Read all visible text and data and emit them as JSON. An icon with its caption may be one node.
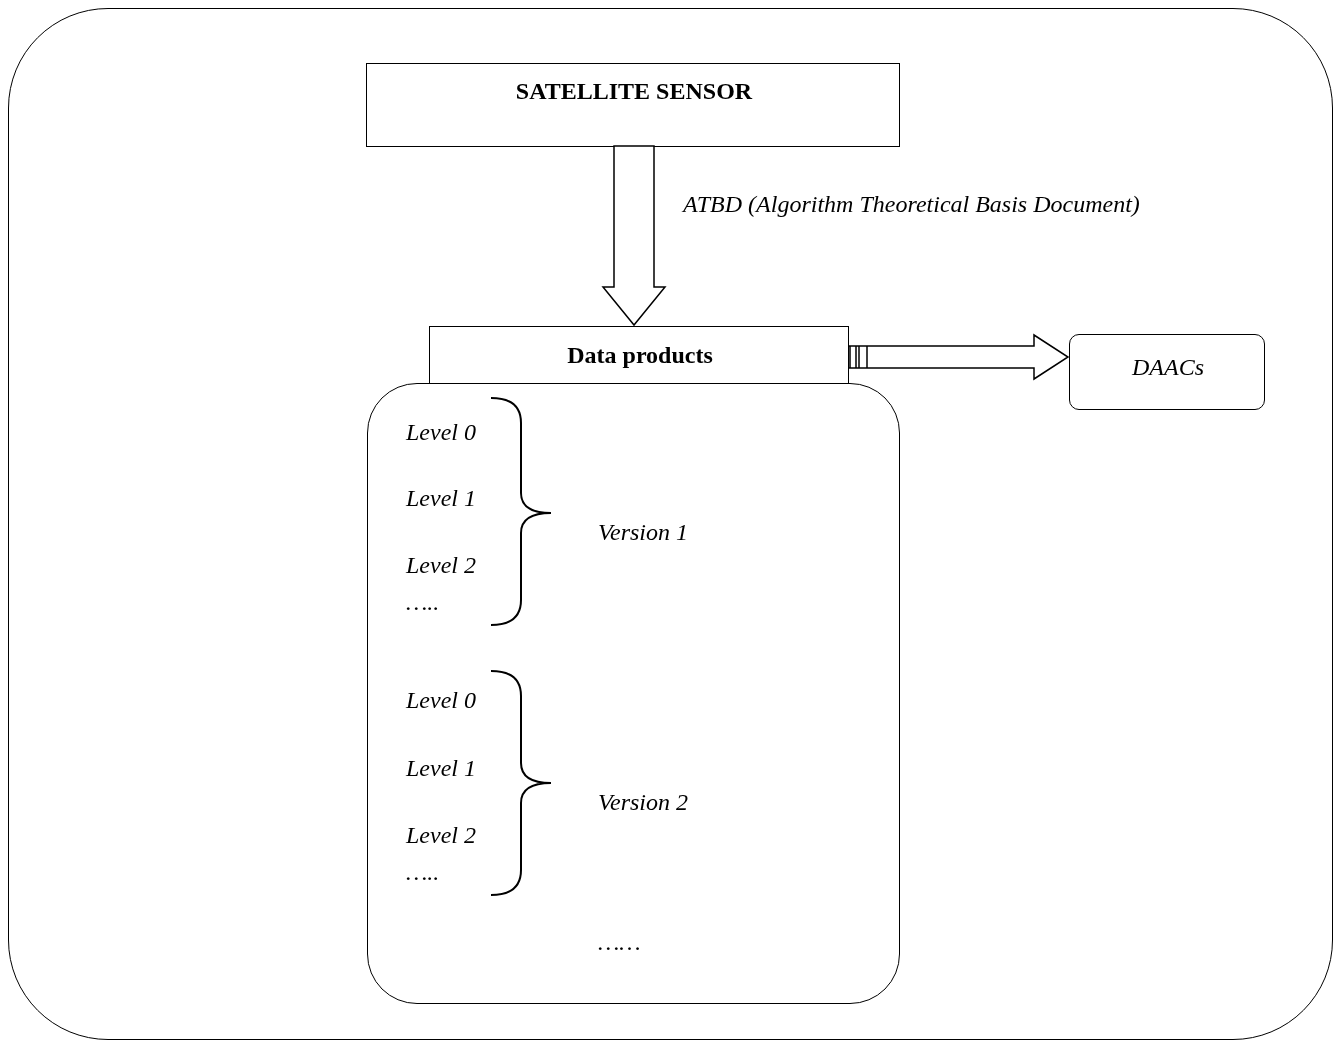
{
  "diagram": {
    "nodes": [
      {
        "text": [],
        "shape": "box"
      },
      {
        "text": [
          "SATELLITE SENSOR"
        ],
        "in": 0
      },
      {
        "text": [
          "Data products"
        ],
        "in": 0
      },
      {
        "text": [
          "Level 0",
          "Level 1",
          "Level 2",
          "…..",
          "Version 1",
          "Level 0",
          "Level 1",
          "Level 2",
          "…..",
          "Version 2",
          "……"
        ],
        "in": 0
      },
      {
        "text": [
          "DAACs"
        ],
        "in": 0
      }
    ],
    "edges": [
      {
        "from": 1,
        "to": 2,
        "arrow": "to",
        "label": "ATBD (Algorithm Theoretical Basis Document)"
      },
      {
        "from": 2,
        "to": 4,
        "arrow": "to"
      }
    ]
  }
}
